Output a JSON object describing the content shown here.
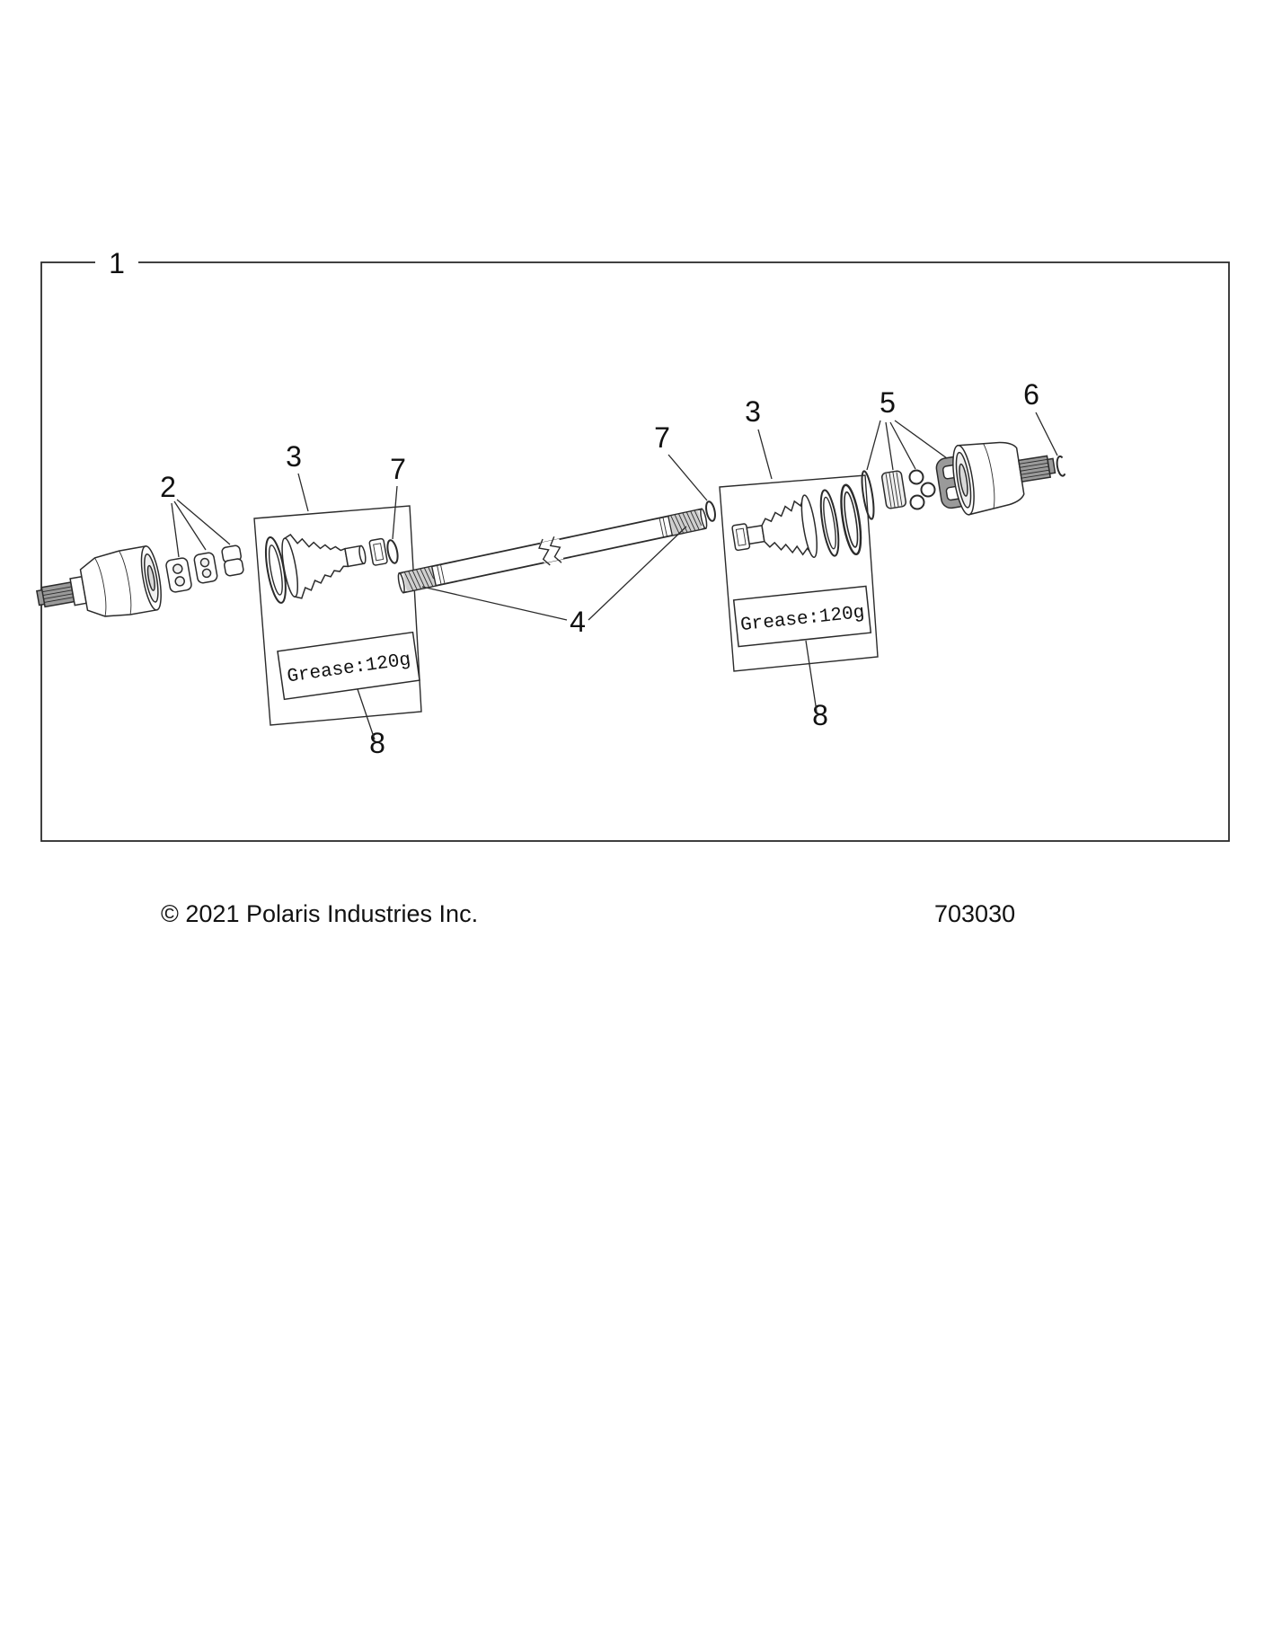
{
  "style": {
    "ink": "#2b2b2b",
    "background": "#ffffff"
  },
  "diagram": {
    "callouts": {
      "assembly": "1",
      "hardware": "2",
      "boot_left": "3",
      "shaft": "4",
      "inner_joint_parts": "5",
      "snap_ring": "6",
      "ring_left": "7",
      "ring_right": "7",
      "boot_right": "3",
      "grease_left_ref": "8",
      "grease_right_ref": "8"
    },
    "labels": {
      "grease_left": "Grease:120g",
      "grease_right": "Grease:120g"
    }
  },
  "footer": {
    "copyright": "© 2021 Polaris Industries Inc.",
    "part_number": "703030"
  }
}
